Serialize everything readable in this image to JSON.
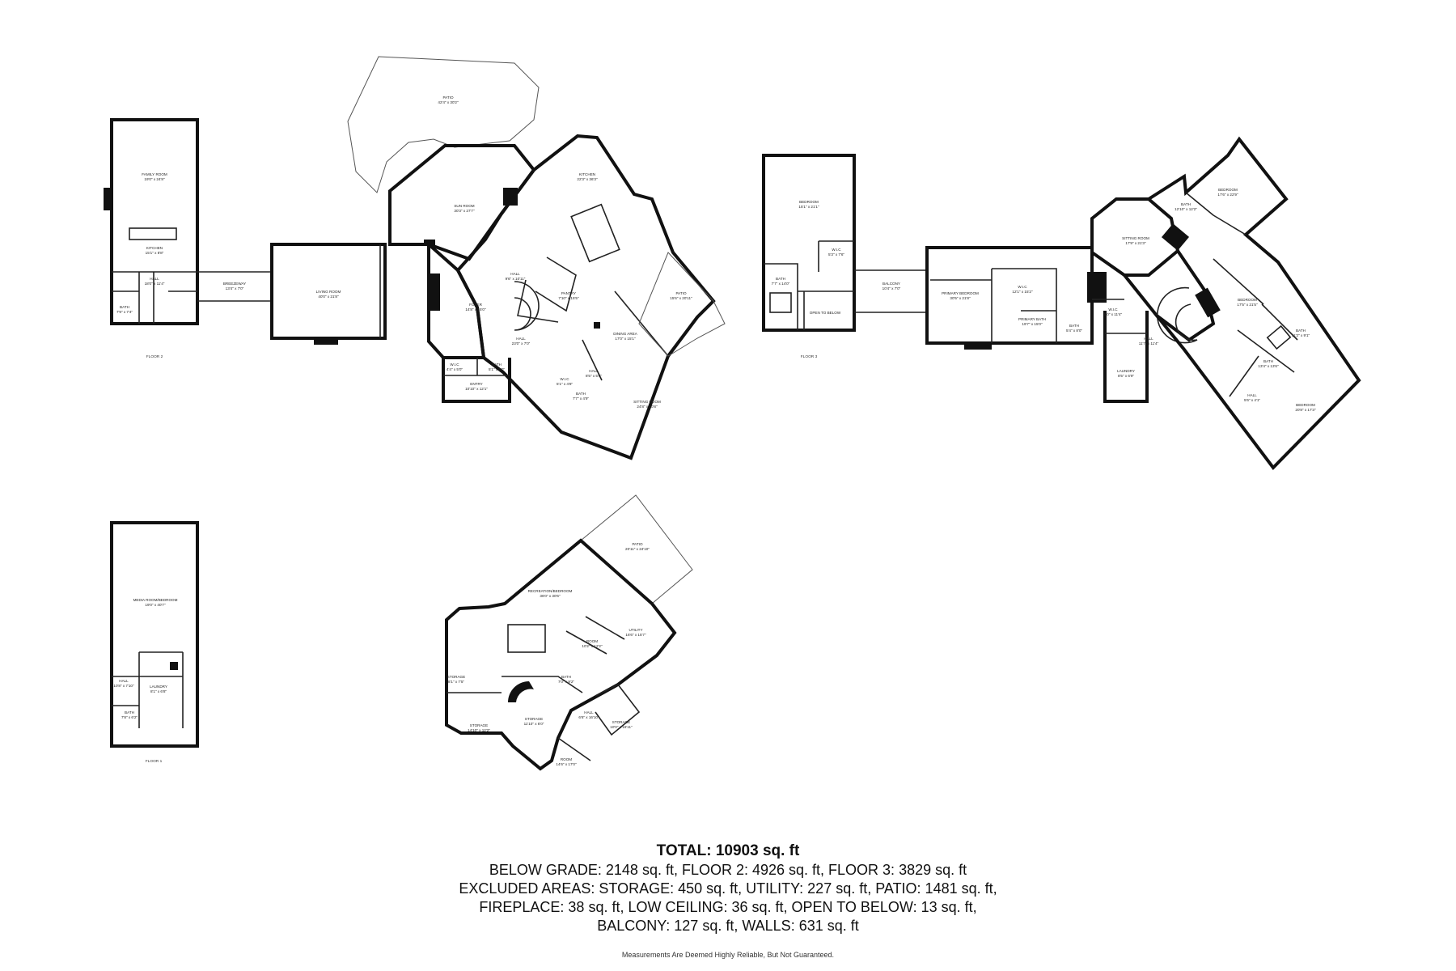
{
  "floors": {
    "floor2_label": "FLOOR 2",
    "floor3_label": "FLOOR 3",
    "floor1_label": "FLOOR 1"
  },
  "rooms": {
    "family_room": "FAMILY ROOM",
    "family_room_dim": "19'0\" x 24'8\"",
    "kitchen_small": "KITCHEN",
    "kitchen_small_dim": "15'1\" x 8'8\"",
    "hall_a": "HALL",
    "hall_a_dim": "18'0\" x 11'4\"",
    "bath_a": "BATH",
    "bath_a_dim": "7'9\" x 7'4\"",
    "breezeway": "BREEZEWAY",
    "breezeway_dim": "13'4\" x 7'0\"",
    "living_room": "LIVING ROOM",
    "living_room_dim": "40'0\" x 21'8\"",
    "patio_top": "PATIO",
    "patio_top_dim": "42'4\" x 30'2\"",
    "sun_room": "SUN ROOM",
    "sun_room_dim": "30'3\" x 27'7\"",
    "kitchen": "KITCHEN",
    "kitchen_dim": "22'3\" x 36'3\"",
    "foyer": "FOYER",
    "foyer_dim": "14'8\" x 15'0\"",
    "hall_b": "HALL",
    "hall_b_dim": "9'6\" x 10'11\"",
    "pantry": "PANTRY",
    "pantry_dim": "7'10\" x 15'5\"",
    "hall_c": "HALL",
    "hall_c_dim": "23'0\" x 7'0\"",
    "wic_a": "W.I.C",
    "wic_a_dim": "4'4\" x 5'0\"",
    "bath_b": "BATH",
    "bath_b_dim": "5'1\" x 5'0\"",
    "entry": "ENTRY",
    "entry_dim": "10'10\" x 12'1\"",
    "dining_area": "DINING AREA",
    "dining_area_dim": "17'0\" x 15'1\"",
    "patio_right": "PATIO",
    "patio_right_dim": "15'6\" x 20'11\"",
    "wic_b": "W.I.C",
    "wic_b_dim": "5'1\" x 4'8\"",
    "hall_d": "HALL",
    "hall_d_dim": "8'5\" x 5'6\"",
    "bath_c": "BATH",
    "bath_c_dim": "7'7\" x 4'9\"",
    "sitting_room_a": "SITTING ROOM",
    "sitting_room_a_dim": "24'8\" x 20'8\"",
    "bedroom_a": "BEDROOM",
    "bedroom_a_dim": "15'1\" x 21'1\"",
    "bath_d": "BATH",
    "bath_d_dim": "7'7\" x 14'0\"",
    "wic_c": "W.I.C",
    "wic_c_dim": "5'3\" x 7'6\"",
    "balcony": "BALCONY",
    "balcony_dim": "10'4\" x 7'0\"",
    "open_below": "OPEN TO BELOW",
    "primary_bedroom": "PRIMARY BEDROOM",
    "primary_bedroom_dim": "30'5\" x 21'8\"",
    "wic_d": "W.I.C",
    "wic_d_dim": "12'1\" x 15'2\"",
    "primary_bath": "PRIMARY BATH",
    "primary_bath_dim": "19'7\" x 15'0\"",
    "bath_e": "BATH",
    "bath_e_dim": "5'4\" x 8'0\"",
    "wic_e": "W.I.C",
    "wic_e_dim": "5'0\" x 11'4\"",
    "laundry": "LAUNDRY",
    "laundry_dim": "8'5\" x 6'9\"",
    "sitting_room_b": "SITTING ROOM",
    "sitting_room_b_dim": "17'9\" x 21'3\"",
    "hall_e": "HALL",
    "hall_e_dim": "11'7\" x 11'4\"",
    "bath_f": "BATH",
    "bath_f_dim": "12'10\" x 12'2\"",
    "bedroom_b": "BEDROOM",
    "bedroom_b_dim": "17'6\" x 22'9\"",
    "bedroom_c": "BEDROOM",
    "bedroom_c_dim": "17'5\" x 21'5\"",
    "bath_g": "BATH",
    "bath_g_dim": "11'2\" x 9'1\"",
    "bath_h": "BATH",
    "bath_h_dim": "13'4\" x 13'6\"",
    "hall_f": "HALL",
    "hall_f_dim": "5'6\" x 4'1\"",
    "bedroom_d": "BEDROOM",
    "bedroom_d_dim": "20'8\" x 17'3\"",
    "media_room": "MEDIA ROOM/BEDROOM",
    "media_room_dim": "19'0\" x 40'7\"",
    "hall_g": "HALL",
    "hall_g_dim": "10'8\" x 7'10\"",
    "laundry_b": "LAUNDRY",
    "laundry_b_dim": "8'1\" x 6'8\"",
    "bath_i": "BATH",
    "bath_i_dim": "7'8\" x 6'2\"",
    "patio_low": "PATIO",
    "patio_low_dim": "20'11\" x 24'10\"",
    "recreation": "RECREATION/BEDROOM",
    "recreation_dim": "36'0\" x 30'6\"",
    "utility": "UTILITY",
    "utility_dim": "16'6\" x 15'7\"",
    "room_a": "ROOM",
    "room_a_dim": "10'2\" x 12'2\"",
    "bath_j": "BATH",
    "bath_j_dim": "7'0\" x 9'2\"",
    "storage_a": "STORAGE",
    "storage_a_dim": "8'1\" x 7'5\"",
    "storage_b": "STORAGE",
    "storage_b_dim": "11'10\" x 6'0\"",
    "storage_c": "STORAGE",
    "storage_c_dim": "14'10\" x 12'2\"",
    "hall_h": "HALL",
    "hall_h_dim": "6'6\" x 16'10\"",
    "storage_d": "STORAGE",
    "storage_d_dim": "10'0\" x 16'11\"",
    "room_b": "ROOM",
    "room_b_dim": "14'6\" x 17'0\""
  },
  "summary": {
    "total": "TOTAL: 10903 sq. ft",
    "line1": "BELOW GRADE: 2148 sq. ft, FLOOR 2: 4926 sq. ft, FLOOR 3: 3829 sq. ft",
    "line2": "EXCLUDED AREAS: STORAGE: 450 sq. ft, UTILITY: 227 sq. ft, PATIO: 1481 sq. ft,",
    "line3": "FIREPLACE: 38 sq. ft, LOW CEILING: 36 sq. ft, OPEN TO BELOW: 13 sq. ft,",
    "line4": "BALCONY: 127 sq. ft, WALLS: 631 sq. ft"
  },
  "disclaimer": "Measurements Are Deemed Highly Reliable, But Not Guaranteed."
}
